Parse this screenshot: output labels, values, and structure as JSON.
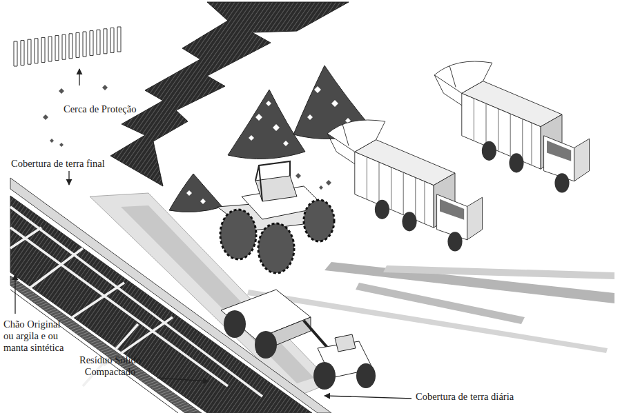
{
  "diagram": {
    "labels": [
      "Cerca de Proteção",
      "Cobertura de terra final",
      "Chão Original ou argila e ou manta sintética",
      "Resíduo Sólido Compactado",
      "Cobertura de terra diária"
    ]
  }
}
